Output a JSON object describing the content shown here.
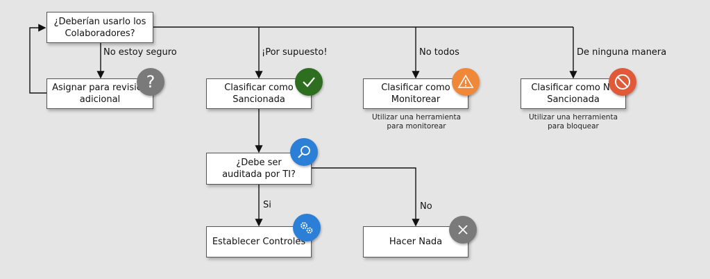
{
  "nodes": {
    "n1": "¿Deberían usarlo los\nColaboradores?",
    "n2": "Asignar para revisión\nadicional",
    "n3": "Clasificar como\nSancionada",
    "n4": "Clasificar como\nMonitorear",
    "n5": "Clasificar como No\nSancionada",
    "n6": "¿Debe ser\nauditada   por TI?",
    "n7": "Establecer Controles",
    "n8": "Hacer Nada"
  },
  "edge_labels": {
    "e1": "No estoy seguro",
    "e2": "¡Por supuesto!",
    "e3": "No todos",
    "e4": "De ninguna manera",
    "e5": "Si",
    "e6": "No"
  },
  "notes": {
    "monitor": "Utilizar una herramienta\npara monitorear",
    "block": "Utilizar una herramienta\npara bloquear"
  },
  "icons": {
    "question": "question-icon",
    "check": "check-icon",
    "warning": "warning-icon",
    "ban": "ban-icon",
    "search": "magnifier-icon",
    "gears": "gears-icon",
    "close": "close-icon"
  },
  "colors": {
    "gray": "#7a7a7a",
    "green": "#2e6f1f",
    "orange": "#f0883a",
    "red": "#e05a3a",
    "blue": "#2b7fd6"
  }
}
